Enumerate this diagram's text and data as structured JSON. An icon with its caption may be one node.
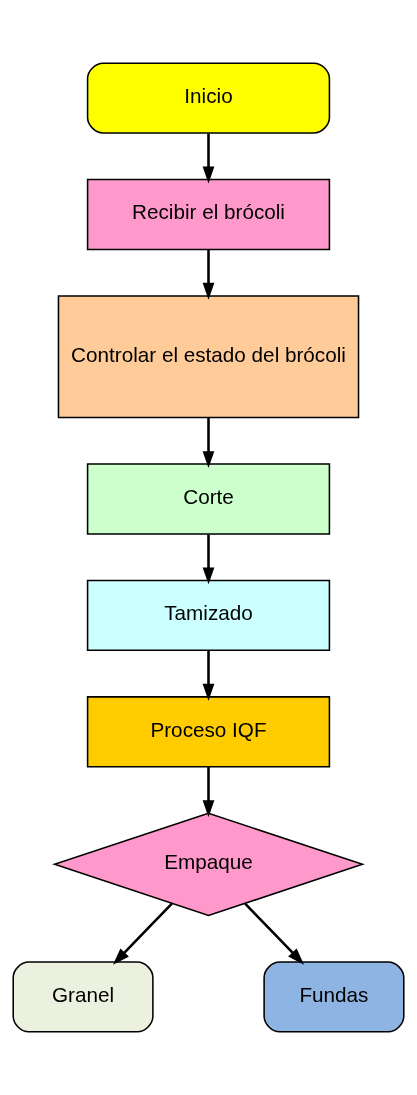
{
  "diagram": {
    "nodes": [
      {
        "text": [
          "Inicio"
        ]
      },
      {
        "text": [
          "Recibir el brócoli"
        ]
      },
      {
        "text": [
          "Controlar el estado del brócoli"
        ]
      },
      {
        "text": [
          "Corte"
        ]
      },
      {
        "text": [
          "Tamizado"
        ]
      },
      {
        "text": [
          "Proceso IQF"
        ]
      },
      {
        "text": [
          "Empaque"
        ]
      },
      {
        "text": [
          "Granel"
        ]
      },
      {
        "text": [
          "Fundas"
        ]
      }
    ],
    "edges": [
      {
        "from": 0,
        "to": 1,
        "arrow": "to"
      },
      {
        "from": 1,
        "to": 2,
        "arrow": "to"
      },
      {
        "from": 2,
        "to": 3,
        "arrow": "to"
      },
      {
        "from": 3,
        "to": 4,
        "arrow": "to"
      },
      {
        "from": 4,
        "to": 5,
        "arrow": "to"
      },
      {
        "from": 5,
        "to": 6,
        "arrow": "to"
      },
      {
        "from": 6,
        "to": 7,
        "arrow": "to"
      },
      {
        "from": 6,
        "to": 8,
        "arrow": "to"
      }
    ]
  }
}
